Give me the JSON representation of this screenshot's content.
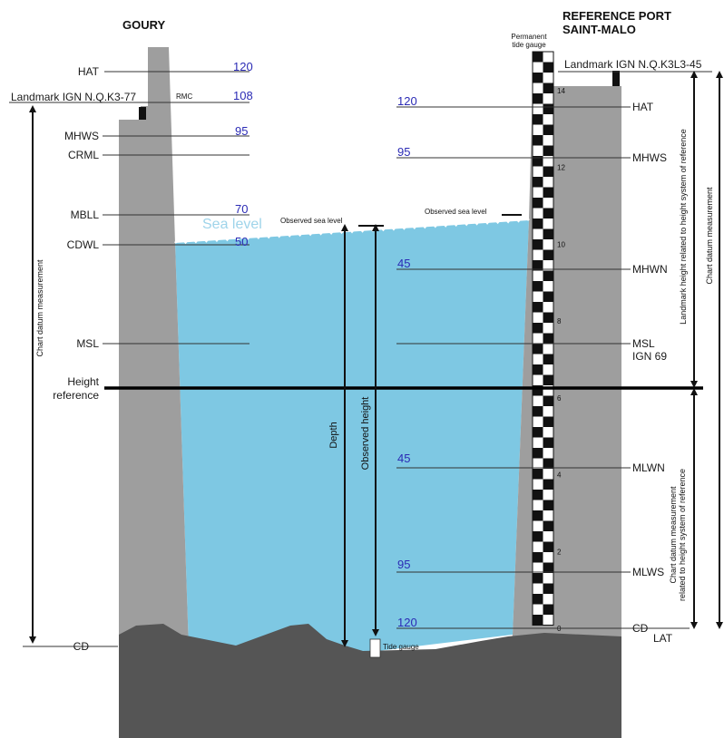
{
  "titles": {
    "left": "GOURY",
    "right_line1": "REFERENCE PORT",
    "right_line2": "SAINT-MALO"
  },
  "left_labels": {
    "hat": "HAT",
    "landmark": "Landmark IGN N.Q.K3-77",
    "rmc": "RMC",
    "mhws": "MHWS",
    "crml": "CRML",
    "mbll": "MBLL",
    "cdwl": "CDWL",
    "msl": "MSL",
    "height_ref_1": "Height",
    "height_ref_2": "reference",
    "cd": "CD"
  },
  "left_values": {
    "hat": "120",
    "rmc": "108",
    "mhws": "95",
    "mbll": "70",
    "cdwl": "50"
  },
  "right_labels": {
    "permanent_gauge_1": "Permanent",
    "permanent_gauge_2": "tide gauge",
    "landmark": "Landmark IGN N.Q.K3L3-45",
    "hat": "HAT",
    "mhws": "MHWS",
    "mhwn": "MHWN",
    "msl": "MSL",
    "ign69": "IGN 69",
    "mlwn": "MLWN",
    "mlws": "MLWS",
    "cd": "CD",
    "lat": "LAT"
  },
  "right_values": {
    "hat": "120",
    "mhws": "95",
    "mhwn": "45",
    "mlwn": "45",
    "mlws": "95",
    "cd": "120"
  },
  "gauge_ticks": [
    "14",
    "12",
    "10",
    "8",
    "6",
    "4",
    "2",
    "0"
  ],
  "water": {
    "sea_level": "Sea level",
    "observed_left": "Observed sea level",
    "observed_right": "Observed sea level",
    "tide_gauge": "Tide gauge"
  },
  "measures": {
    "depth": "Depth",
    "observed_height": "Observed height",
    "left_chart_datum": "Chart datum measurement",
    "right_landmark_height": "Landmark height related to height system of reference",
    "right_chart_datum": "Chart datum measurement",
    "right_cd_related_1": "Chart datum measurement",
    "right_cd_related_2": "related to height system of reference"
  },
  "colors": {
    "water": "#7ec8e3",
    "sea_level_text": "#9fd4ea",
    "wall": "#9e9e9e",
    "seabed": "#555555",
    "numbers": "#2b2bb5"
  }
}
